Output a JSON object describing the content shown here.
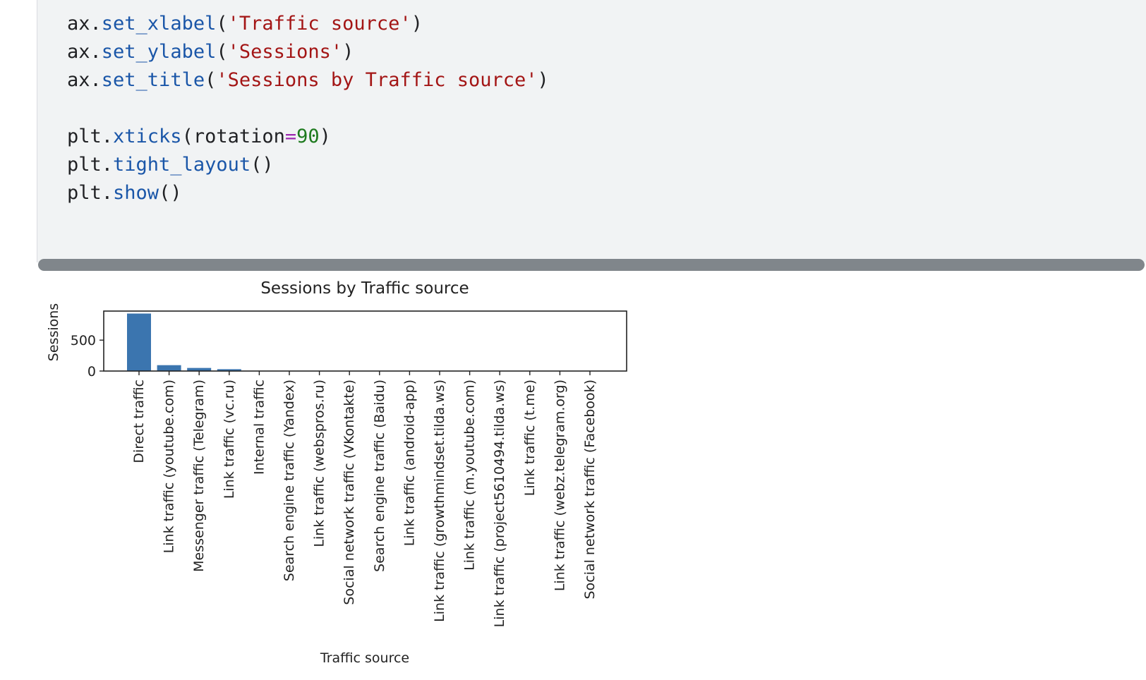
{
  "code": {
    "lines": [
      [
        {
          "t": "ax."
        },
        {
          "t": "set_xlabel",
          "c": "fn"
        },
        {
          "t": "("
        },
        {
          "t": "'Traffic source'",
          "c": "str"
        },
        {
          "t": ")"
        }
      ],
      [
        {
          "t": "ax."
        },
        {
          "t": "set_ylabel",
          "c": "fn"
        },
        {
          "t": "("
        },
        {
          "t": "'Sessions'",
          "c": "str"
        },
        {
          "t": ")"
        }
      ],
      [
        {
          "t": "ax."
        },
        {
          "t": "set_title",
          "c": "fn"
        },
        {
          "t": "("
        },
        {
          "t": "'Sessions by Traffic source'",
          "c": "str"
        },
        {
          "t": ")"
        }
      ],
      [],
      [
        {
          "t": "plt."
        },
        {
          "t": "xticks",
          "c": "fn"
        },
        {
          "t": "(rotation"
        },
        {
          "t": "=",
          "c": "op"
        },
        {
          "t": "90",
          "c": "num"
        },
        {
          "t": ")"
        }
      ],
      [
        {
          "t": "plt."
        },
        {
          "t": "tight_layout",
          "c": "fn"
        },
        {
          "t": "()"
        }
      ],
      [
        {
          "t": "plt."
        },
        {
          "t": "show",
          "c": "fn"
        },
        {
          "t": "()"
        }
      ]
    ]
  },
  "chart_data": {
    "type": "bar",
    "title": "Sessions by Traffic source",
    "xlabel": "Traffic source",
    "ylabel": "Sessions",
    "ylim": [
      0,
      970
    ],
    "yticks": [
      0,
      500
    ],
    "bar_color": "#3b75af",
    "categories": [
      "Direct traffic",
      "Link traffic (youtube.com)",
      "Messenger traffic (Telegram)",
      "Link traffic (vc.ru)",
      "Internal traffic",
      "Search engine traffic (Yandex)",
      "Link traffic (webspros.ru)",
      "Social network traffic (VKontakte)",
      "Search engine traffic (Baidu)",
      "Link traffic (android-app)",
      "Link traffic (growthmindset.tilda.ws)",
      "Link traffic (m.youtube.com)",
      "Link traffic (project5610494.tilda.ws)",
      "Link traffic (t.me)",
      "Link traffic (webz.telegram.org)",
      "Social network traffic (Facebook)"
    ],
    "values": [
      930,
      95,
      50,
      30,
      3,
      2,
      2,
      1,
      1,
      1,
      1,
      1,
      1,
      1,
      1,
      1
    ]
  }
}
